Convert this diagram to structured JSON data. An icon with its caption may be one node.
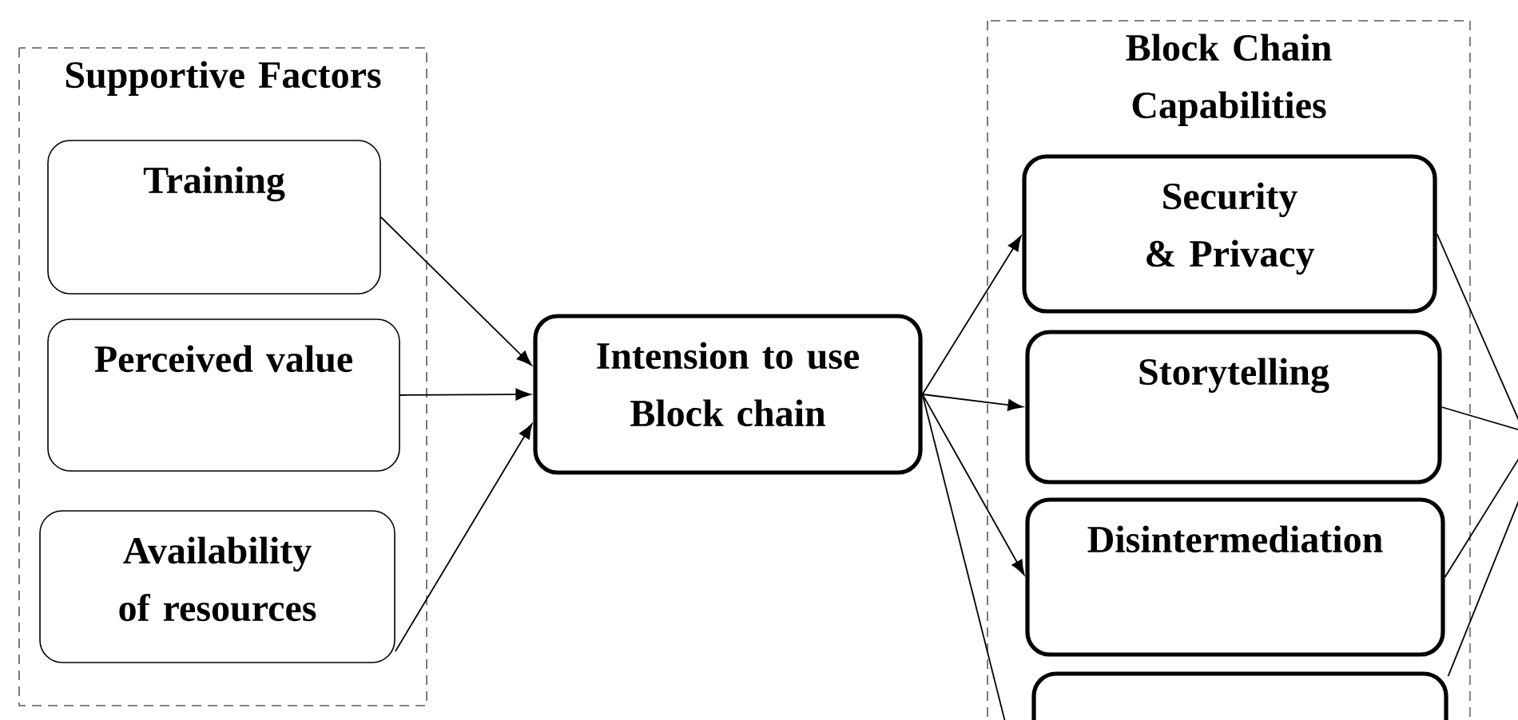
{
  "diagram": {
    "nodes": [
      {
        "text": [
          "Supportive Factors"
        ]
      },
      {
        "text": [
          "Training"
        ],
        "in": 0
      },
      {
        "text": [
          "Perceived value"
        ],
        "in": 0
      },
      {
        "text": [
          "Availability of resources"
        ],
        "in": 0
      },
      {
        "text": [
          "Intension to use Block chain"
        ]
      },
      {
        "text": [
          "Block Chain Capabilities"
        ]
      },
      {
        "text": [
          "Security & Privacy"
        ],
        "in": 5
      },
      {
        "text": [
          "Storytelling"
        ],
        "in": 5
      },
      {
        "text": [
          "Disintermediation"
        ],
        "in": 5
      },
      {
        "text": [],
        "shape": "box",
        "in": 5
      }
    ],
    "edges": [
      {
        "from": 1,
        "to": 4,
        "arrow": "to"
      },
      {
        "from": 2,
        "to": 4,
        "arrow": "to"
      },
      {
        "from": 3,
        "to": 4,
        "arrow": "to"
      },
      {
        "from": 4,
        "to": 6,
        "arrow": "to"
      },
      {
        "from": 4,
        "to": 7,
        "arrow": "to"
      },
      {
        "from": 4,
        "to": 8,
        "arrow": "to"
      },
      {
        "from": 4,
        "to": 9,
        "arrow": "none"
      },
      {
        "from": 6,
        "to": null,
        "arrow": "none"
      },
      {
        "from": 7,
        "to": null,
        "arrow": "none"
      },
      {
        "from": 8,
        "to": null,
        "arrow": "none"
      },
      {
        "from": 9,
        "to": null,
        "arrow": "none"
      }
    ]
  }
}
